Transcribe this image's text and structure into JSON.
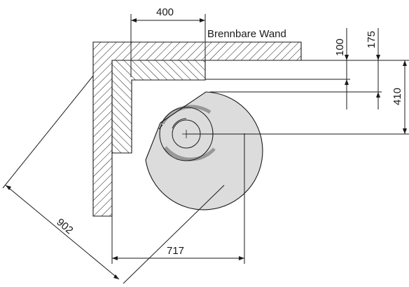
{
  "labels": {
    "wall": "Brennbare Wand",
    "dim_top": "400",
    "dim_100": "100",
    "dim_175": "175",
    "dim_410": "410",
    "dim_bottom": "717",
    "dim_diag": "902"
  },
  "colors": {
    "stove_fill": "#dcdcdc",
    "line": "#1a1a1a"
  }
}
